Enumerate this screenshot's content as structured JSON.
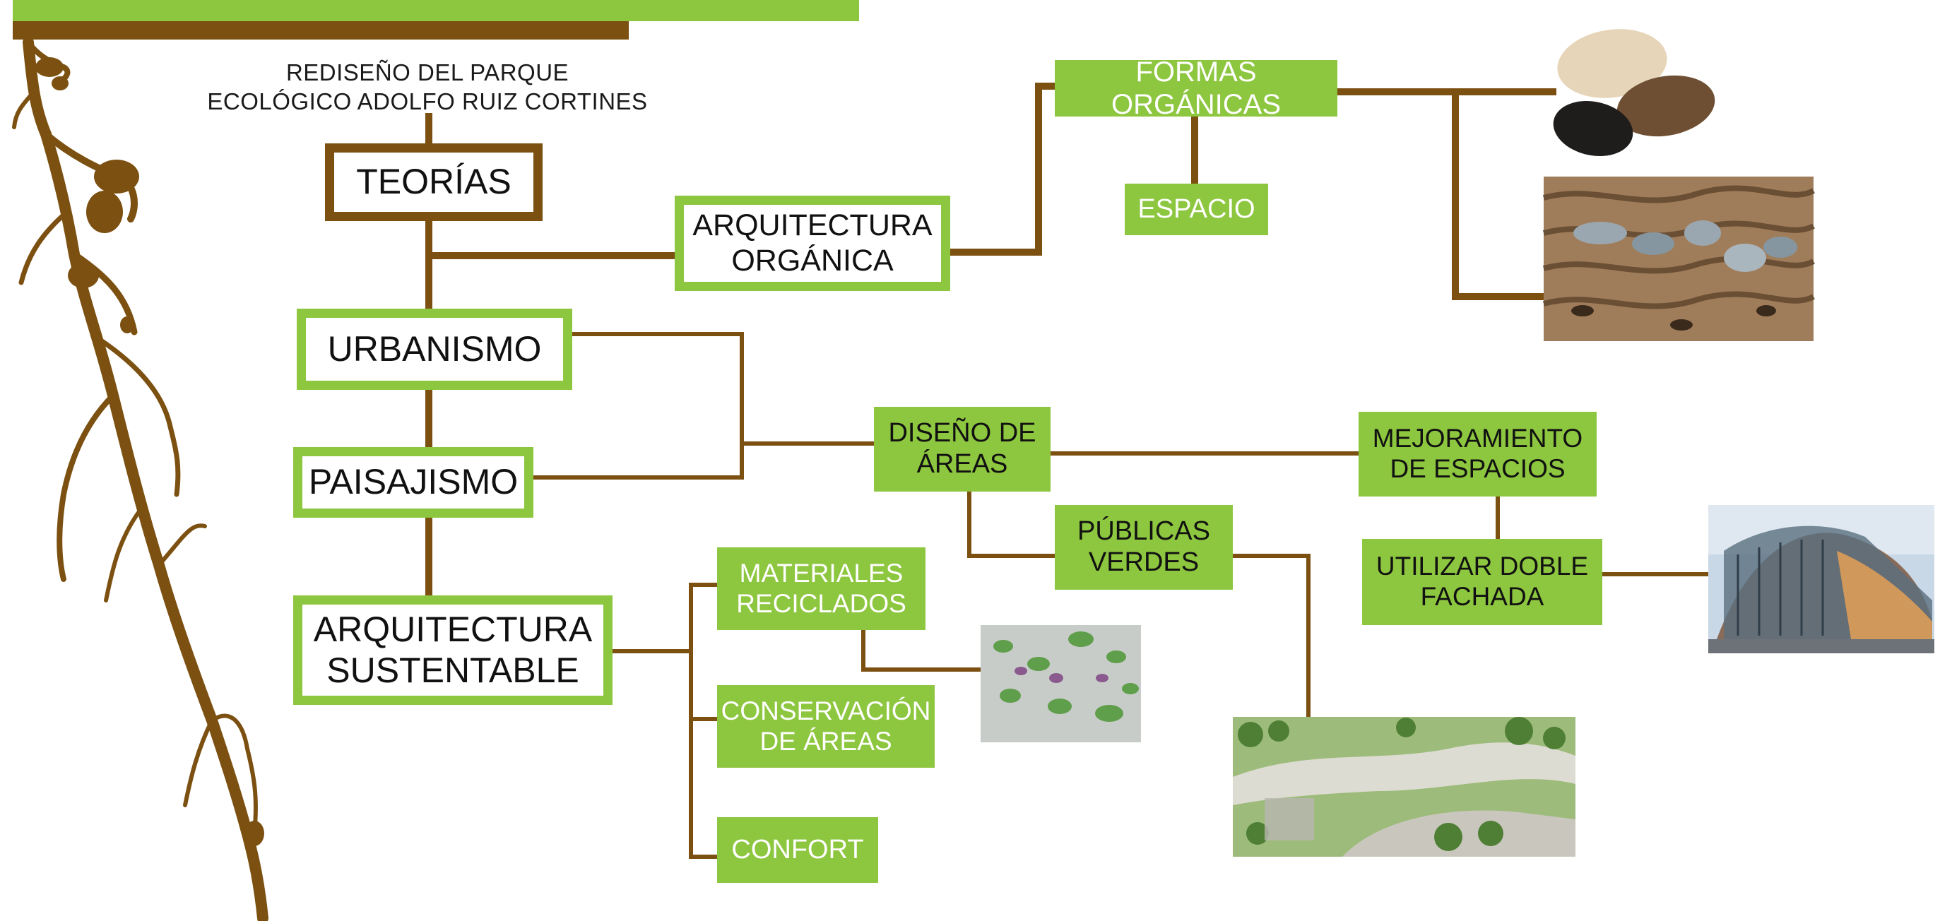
{
  "colors": {
    "green": "#8dc63f",
    "brown": "#7b5011",
    "text_dark": "#111111",
    "text_light": "#ffffff"
  },
  "title": {
    "line1": "REDISEÑO DEL PARQUE",
    "line2": "ECOLÓGICO ADOLFO RUIZ CORTINES"
  },
  "nodes": {
    "teorias": "TEORÍAS",
    "urbanismo": "URBANISMO",
    "paisajismo": "PAISAJISMO",
    "arq_sustentable": [
      "ARQUITECTURA",
      "SUSTENTABLE"
    ],
    "arq_organica": [
      "ARQUITECTURA",
      "ORGÁNICA"
    ],
    "formas_organicas": "FORMAS ORGÁNICAS",
    "espacio": "ESPACIO",
    "diseno_areas": [
      "DISEÑO DE",
      "ÁREAS"
    ],
    "publicas_verdes": [
      "PÚBLICAS",
      "VERDES"
    ],
    "mejoramiento": [
      "MEJORAMIENTO",
      "DE ESPACIOS"
    ],
    "doble_fachada": [
      "UTILIZAR DOBLE",
      "FACHADA"
    ],
    "materiales": [
      "MATERIALES",
      "RECICLADOS"
    ],
    "conservacion": [
      "CONSERVACIÓN",
      "DE ÁREAS"
    ],
    "confort": "CONFORT"
  },
  "images": {
    "pebbles": "organic pebble forms",
    "textile": "organic textile facade",
    "bottle_wall": "recycled bottle green wall",
    "park": "public green park aerial",
    "facade": "double facade building"
  }
}
